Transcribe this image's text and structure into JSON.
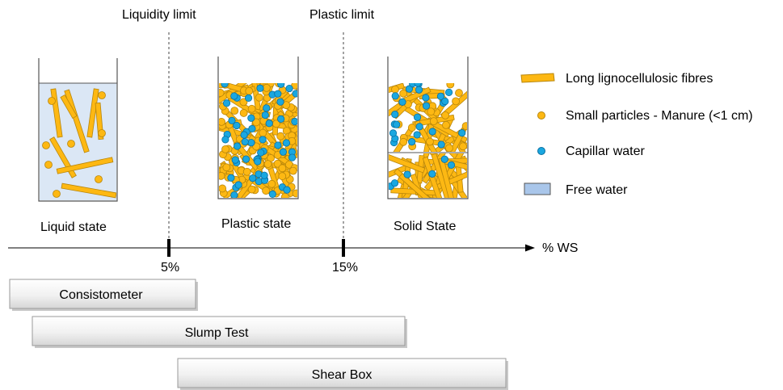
{
  "limits": {
    "liquidity_label": "Liquidity limit",
    "plastic_label": "Plastic limit"
  },
  "states": {
    "liquid": "Liquid state",
    "plastic": "Plastic state",
    "solid": "Solid State"
  },
  "axis": {
    "label": "% WS",
    "tick_1": "5%",
    "tick_2": "15%"
  },
  "legend": {
    "fibres": "Long lignocellulosic fibres",
    "particles": "Small particles - Manure (<1 cm)",
    "capillar": "Capillar water",
    "free_water": "Free water"
  },
  "tests": {
    "consistometer": "Consistometer",
    "slump": "Slump Test",
    "shear": "Shear Box"
  },
  "colors": {
    "fibre_fill": "#fdb813",
    "fibre_stroke": "#b8860b",
    "capillar_fill": "#1aa7e0",
    "capillar_stroke": "#0a6fa0",
    "free_water": "#dbe7f5",
    "legend_water": "#a9c6ea"
  }
}
